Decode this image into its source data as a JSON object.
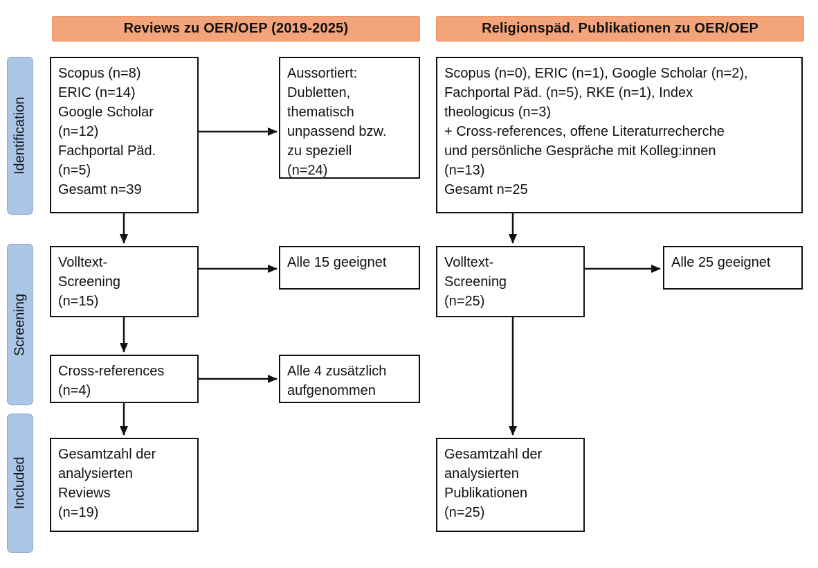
{
  "headers": {
    "left": "Reviews zu OER/OEP (2019-2025)",
    "right": "Religionspäd. Publikationen zu OER/OEP"
  },
  "stages": {
    "identification": "Identification",
    "screening": "Screening",
    "included": "Included"
  },
  "left_flow": {
    "sources": "Scopus (n=8)\nERIC (n=14)\nGoogle Scholar\n(n=12)\nFachportal Päd.\n(n=5)\nGesamt n=39",
    "excluded": "Aussortiert:\nDubletten,\nthematisch\nunpassend bzw.\nzu speziell\n(n=24)",
    "fulltext": "Volltext-\nScreening\n(n=15)",
    "fulltext_result": "Alle 15 geeignet",
    "crossref": "Cross-references\n(n=4)",
    "crossref_result": "Alle 4 zusätzlich\naufgenommen",
    "included": "Gesamtzahl der\nanalysierten\nReviews\n(n=19)"
  },
  "right_flow": {
    "sources": "Scopus (n=0), ERIC (n=1), Google Scholar (n=2),\nFachportal Päd. (n=5), RKE (n=1), Index\ntheologicus (n=3)\n+ Cross-references, offene Literaturrecherche\nund persönliche Gespräche mit Kolleg:innen\n(n=13)\nGesamt n=25",
    "fulltext": "Volltext-\nScreening\n(n=25)",
    "fulltext_result": "Alle 25 geeignet",
    "included": "Gesamtzahl der\nanalysierten\nPublikationen\n(n=25)"
  },
  "colors": {
    "header_fill": "#F4A47A",
    "header_border": "#E8945F",
    "stage_fill": "#ABC6E6",
    "stage_border": "#84A6CE",
    "box_border": "#111111"
  }
}
